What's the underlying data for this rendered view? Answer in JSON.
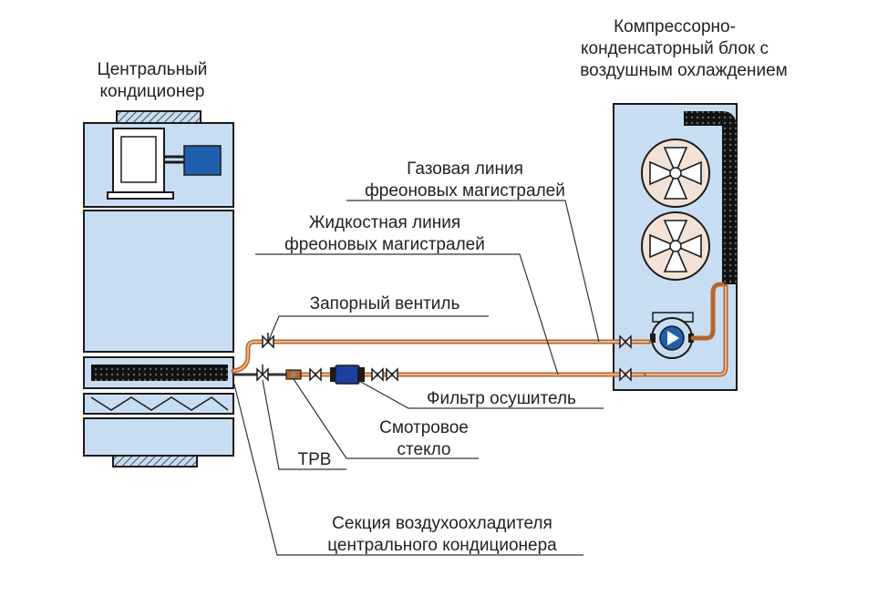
{
  "labels": {
    "central_ac_line1": "Центральный",
    "central_ac_line2": "кондиционер",
    "condensing_unit_line1": "Компрессорно-",
    "condensing_unit_line2": "конденсаторный блок с",
    "condensing_unit_line3": "воздушным охлаждением",
    "gas_line_1": "Газовая линия",
    "gas_line_2": "фреоновых магистралей",
    "liquid_line_1": "Жидкостная линия",
    "liquid_line_2": "фреоновых магистралей",
    "shutoff_valve": "Запорный вентиль",
    "filter_drier": "Фильтр осушитель",
    "sight_glass_1": "Смотровое",
    "sight_glass_2": "стекло",
    "trv": "ТРВ",
    "cooler_section_1": "Секция воздухоохладителя",
    "cooler_section_2": "центрального кондиционера"
  },
  "colors": {
    "box_fill": "#c9ddf2",
    "box_stroke": "#1b1b1b",
    "motor_blue": "#1f5fae",
    "pipe_copper": "#b5652e",
    "filter_blue": "#1c3f9e",
    "fan_fill": "#f3e2d6"
  },
  "icons": {
    "fan": "fan-icon",
    "compressor": "compressor-icon",
    "motor": "motor-icon",
    "valve": "valve-icon",
    "filter": "filter-drier-icon",
    "sight_glass": "sight-glass-icon",
    "trv": "trv-icon",
    "coil": "coil-icon"
  }
}
